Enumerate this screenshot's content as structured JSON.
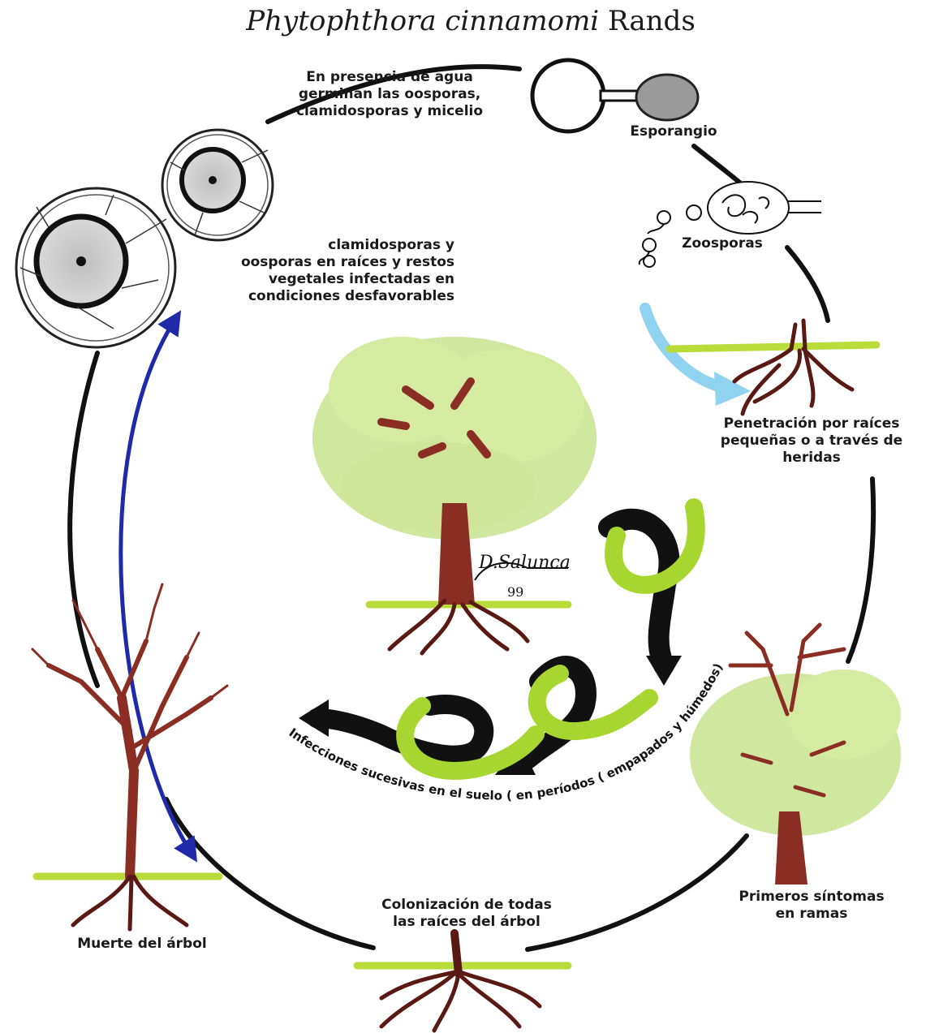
{
  "title": {
    "species": "Phytophthora cinnamomi",
    "author": "Rands"
  },
  "labels": {
    "germination": "En presencia de agua\ngerminan las oosporas,\nclamidosporas y micelio",
    "sporangium": "Esporangio",
    "zoospores": "Zoosporas",
    "resting_spores": "clamidosporas y\noosporas en raíces y restos\nvegetales infectadas en\ncondiciones desfavorables",
    "penetration": "Penetración por raíces\npequeñas o a través de\nheridas",
    "first_symptoms": "Primeros síntomas\nen ramas",
    "colonization": "Colonización de todas\nlas raíces del árbol",
    "tree_death": "Muerte del árbol",
    "successive_infections": "Infecciones sucesivas en el suelo ( en períodos ( empapados y húmedos)",
    "signature": "D.Salunca",
    "signature_year": "99"
  },
  "colors": {
    "cycle_line": "#111111",
    "return_arrow": "#1f2aa8",
    "water_arrow": "#8fd3f0",
    "lime": "#a8d630",
    "soil_line": "#b9dc3a",
    "root": "#5a1a14",
    "foliage": "#c7e38e",
    "trunk": "#8a2e24"
  }
}
